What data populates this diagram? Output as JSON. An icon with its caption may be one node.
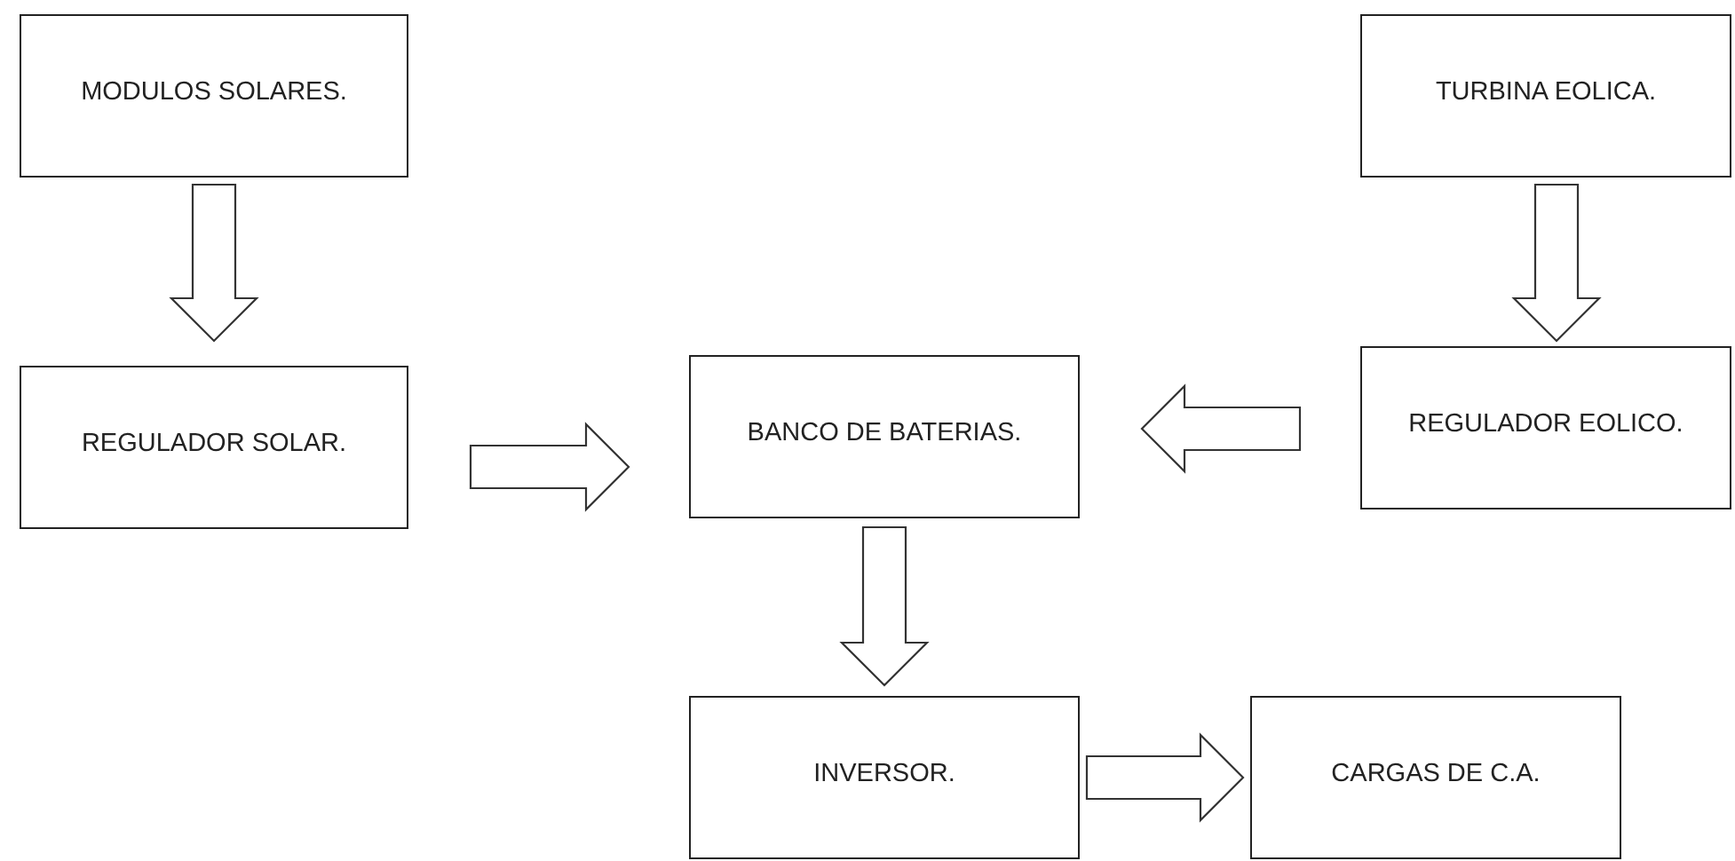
{
  "diagram": {
    "nodes": [
      {
        "text": [
          "MODULOS SOLARES."
        ]
      },
      {
        "text": [
          "TURBINA EOLICA."
        ]
      },
      {
        "text": [
          "REGULADOR SOLAR."
        ]
      },
      {
        "text": [
          "BANCO DE BATERIAS."
        ]
      },
      {
        "text": [
          "REGULADOR EOLICO."
        ]
      },
      {
        "text": [
          "INVERSOR."
        ]
      },
      {
        "text": [
          "CARGAS DE C.A."
        ]
      }
    ],
    "edges": [
      {
        "from": 0,
        "to": 2,
        "arrow": "to"
      },
      {
        "from": 1,
        "to": 4,
        "arrow": "to"
      },
      {
        "from": 2,
        "to": 3,
        "arrow": "to"
      },
      {
        "from": 4,
        "to": 3,
        "arrow": "to"
      },
      {
        "from": 3,
        "to": 5,
        "arrow": "to"
      },
      {
        "from": 5,
        "to": 6,
        "arrow": "to"
      }
    ]
  }
}
